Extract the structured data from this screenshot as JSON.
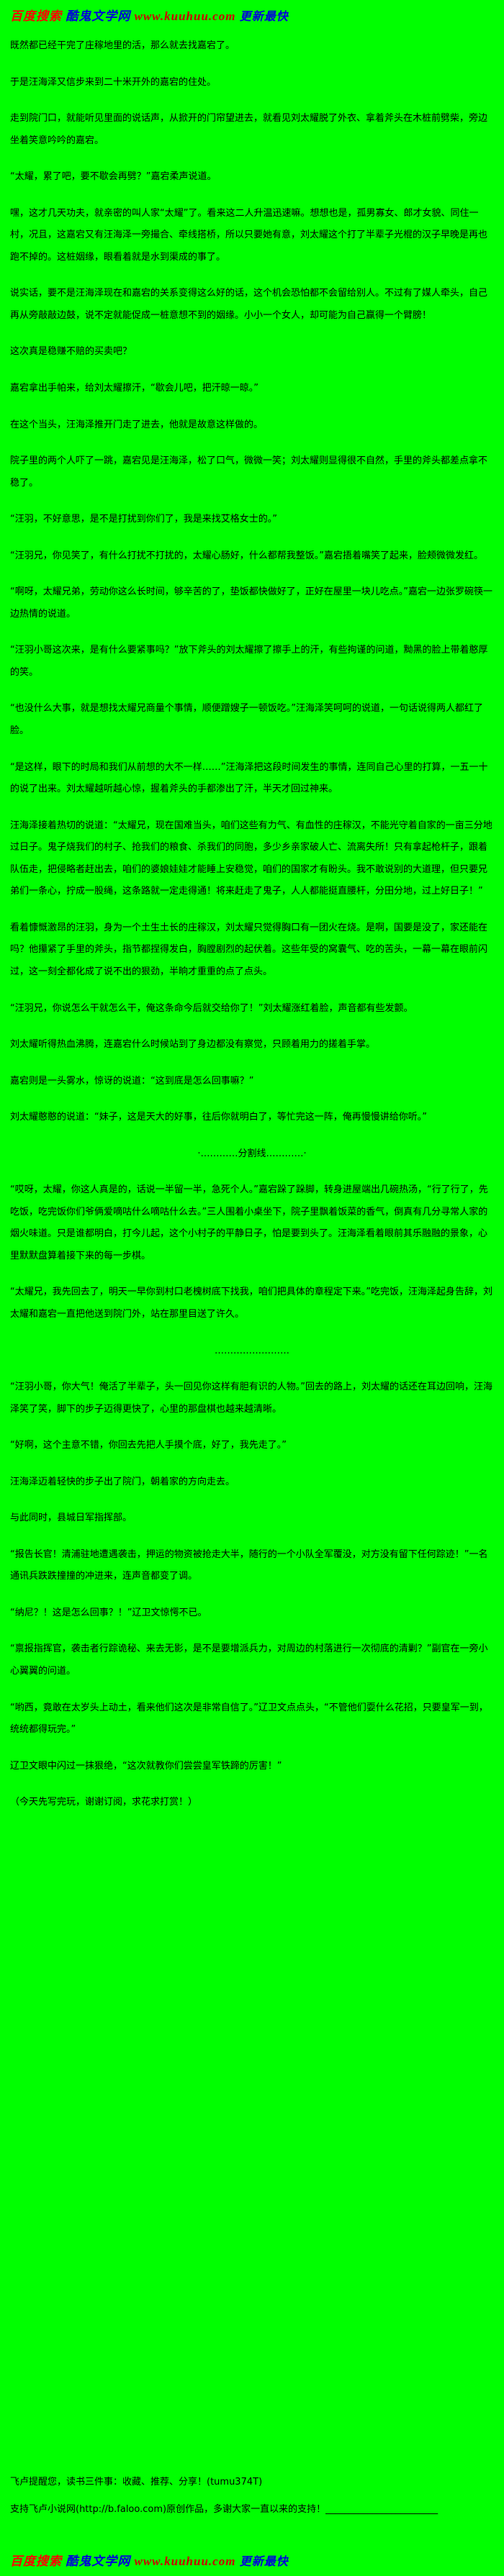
{
  "banner": {
    "prompt": "百度搜索",
    "site": "酷鬼文学网",
    "url": "www.kuuhuu.com",
    "tagline": "更新最快"
  },
  "colors": {
    "background": "#00ff00",
    "text": "#000000",
    "banner_red": "#ff0000",
    "banner_blue": "#0000dd"
  },
  "content": {
    "paragraphs": [
      {
        "align": "left",
        "text": "既然都已经干完了庄稼地里的活，那么就去找嘉宕了。"
      },
      {
        "align": "left",
        "text": "于是汪海泽又信步来到二十米开外的嘉宕的住处。"
      },
      {
        "align": "left",
        "text": "走到院门口，就能听见里面的说话声，从掀开的门帘望进去，就看见刘太耀脱了外衣、拿着斧头在木桩前劈柴，旁边坐着笑意吟吟的嘉宕。"
      },
      {
        "align": "left",
        "text": "“太耀，累了吧，要不歇会再劈？”嘉宕柔声说道。"
      },
      {
        "align": "left",
        "text": "嘿，这才几天功夫，就亲密的叫人家“太耀”了。看来这二人升温迅速嘛。想想也是，孤男寡女、郎才女貌、同住一村，况且，这嘉宕又有汪海泽一旁撮合、牵线搭桥，所以只要她有意，刘太耀这个打了半辈子光棍的汉子早晚是再也跑不掉的。这桩姻缘，眼看着就是水到渠成的事了。"
      },
      {
        "align": "left",
        "text": "说实话，要不是汪海泽现在和嘉宕的关系变得这么好的话，这个机会恐怕都不会留给别人。不过有了媒人牵头，自己再从旁敲敲边鼓，说不定就能促成一桩意想不到的姻缘。小小一个女人，却可能为自己赢得一个臂膀！"
      },
      {
        "align": "left",
        "text": "这次真是稳赚不赔的买卖吧？"
      },
      {
        "align": "left",
        "text": "嘉宕拿出手帕来，给刘太耀擦汗，“歇会儿吧，把汗晾一晾。”"
      },
      {
        "align": "left",
        "text": "在这个当头，汪海泽推开门走了进去，他就是故意这样做的。"
      },
      {
        "align": "left",
        "text": "院子里的两个人吓了一跳，嘉宕见是汪海泽，松了口气，微微一笑；刘太耀则显得很不自然，手里的斧头都差点拿不稳了。"
      },
      {
        "align": "left",
        "text": "“汪羽，不好意思，是不是打扰到你们了，我是来找艾格女士的。”"
      },
      {
        "align": "left",
        "text": "“汪羽兄，你见笑了，有什么打扰不打扰的，太耀心肠好，什么都帮我整饭。”嘉宕捂着嘴笑了起来，脸颊微微发红。"
      },
      {
        "align": "left",
        "text": "“啊呀，太耀兄弟，劳动你这么长时间，够辛苦的了，垫饭都快做好了，正好在屋里一块儿吃点。”嘉宕一边张罗碗筷一边热情的说道。"
      },
      {
        "align": "left",
        "text": "“汪羽小哥这次来，是有什么要紧事吗？”放下斧头的刘太耀擦了擦手上的汗，有些拘谨的问道，黝黑的脸上带着憨厚的笑。"
      },
      {
        "align": "left",
        "text": "“也没什么大事，就是想找太耀兄商量个事情，顺便蹭嫂子一顿饭吃。”汪海泽笑呵呵的说道，一句话说得两人都红了脸。"
      },
      {
        "align": "left",
        "text": "“是这样，眼下的时局和我们从前想的大不一样……”汪海泽把这段时间发生的事情，连同自己心里的打算，一五一十的说了出来。刘太耀越听越心惊，握着斧头的手都渗出了汗，半天才回过神来。"
      },
      {
        "align": "left",
        "text": "汪海泽接着热切的说道：“太耀兄，现在国难当头，咱们这些有力气、有血性的庄稼汉，不能光守着自家的一亩三分地过日子。鬼子烧我们的村子、抢我们的粮食、杀我们的同胞，多少乡亲家破人亡、流离失所！只有拿起枪杆子，跟着队伍走，把侵略者赶出去，咱们的婆娘娃娃才能睡上安稳觉，咱们的国家才有盼头。我不敢说别的大道理，但只要兄弟们一条心，拧成一股绳，这条路就一定走得通！将来赶走了鬼子，人人都能挺直腰杆，分田分地，过上好日子！”"
      },
      {
        "align": "left",
        "text": "看着慷慨激昂的汪羽，身为一个土生土长的庄稼汉，刘太耀只觉得胸口有一团火在烧。是啊，国要是没了，家还能在吗？他攥紧了手里的斧头，指节都捏得发白，胸膛剧烈的起伏着。这些年受的窝囊气、吃的苦头，一幕一幕在眼前闪过，这一刻全都化成了说不出的狠劲，半晌才重重的点了点头。"
      },
      {
        "align": "left",
        "text": "“汪羽兄，你说怎么干就怎么干，俺这条命今后就交给你了！”刘太耀涨红着脸，声音都有些发颤。"
      },
      {
        "align": "left",
        "text": "刘太耀听得热血沸腾，连嘉宕什么时候站到了身边都没有察觉，只顾着用力的搓着手掌。"
      },
      {
        "align": "left",
        "text": "嘉宕则是一头雾水，惊讶的说道：“这到底是怎么回事嘛？”"
      },
      {
        "align": "left",
        "text": "刘太耀憨憨的说道：“妹子，这是天大的好事，往后你就明白了，等忙完这一阵，俺再慢慢讲给你听。”"
      },
      {
        "align": "center",
        "text": "·…………分割线…………·"
      },
      {
        "align": "left",
        "text": "“哎呀，太耀，你这人真是的，话说一半留一半，急死个人。”嘉宕跺了跺脚，转身进屋端出几碗热汤，“行了行了，先吃饭，吃完饭你们爷俩爱嘀咕什么嘀咕什么去。”三人围着小桌坐下，院子里飘着饭菜的香气，倒真有几分寻常人家的烟火味道。只是谁都明白，打今儿起，这个小村子的平静日子，怕是要到头了。汪海泽看着眼前其乐融融的景象，心里默默盘算着接下来的每一步棋。"
      },
      {
        "align": "left",
        "text": "“太耀兄，我先回去了，明天一早你到村口老槐树底下找我，咱们把具体的章程定下来。”吃完饭，汪海泽起身告辞，刘太耀和嘉宕一直把他送到院门外，站在那里目送了许久。"
      },
      {
        "align": "center",
        "text": "……………………"
      },
      {
        "align": "left",
        "text": "“汪羽小哥，你大气！俺活了半辈子，头一回见你这样有胆有识的人物。”回去的路上，刘太耀的话还在耳边回响，汪海泽笑了笑，脚下的步子迈得更快了，心里的那盘棋也越来越清晰。"
      },
      {
        "align": "left",
        "text": "“好啊，这个主意不错，你回去先把人手摸个底，好了，我先走了。”"
      },
      {
        "align": "left",
        "text": "汪海泽迈着轻快的步子出了院门，朝着家的方向走去。"
      },
      {
        "align": "left",
        "text": "与此同时，县城日军指挥部。"
      },
      {
        "align": "left",
        "text": "“报告长官！清浦驻地遭遇袭击，押运的物资被抢走大半，随行的一个小队全军覆没，对方没有留下任何踪迹！”一名通讯兵跌跌撞撞的冲进来，连声音都变了调。"
      },
      {
        "align": "left",
        "text": "“纳尼？！这是怎么回事？！”辽卫文惊愕不已。"
      },
      {
        "align": "left",
        "text": "“禀报指挥官，袭击者行踪诡秘、来去无影，是不是要增派兵力，对周边的村落进行一次彻底的清剿？”副官在一旁小心翼翼的问道。"
      },
      {
        "align": "left",
        "text": "“哟西，竟敢在太岁头上动土，看来他们这次是非常自信了。”辽卫文点点头，“不管他们耍什么花招，只要皇军一到，统统都得玩完。”"
      },
      {
        "align": "left",
        "text": "辽卫文眼中闪过一抹狠绝，“这次就教你们尝尝皇军铁蹄的厉害！”"
      },
      {
        "align": "left",
        "text": "（今天先写完玩，谢谢订阅，求花求打赏！）"
      }
    ]
  },
  "notes": {
    "reminder": "飞卢提醒您，读书三件事：收藏、推荐、分享！(tumu374T)",
    "support": "支持飞卢小说网(http://b.faloo.com)原创作品，多谢大家一直以来的支持！________________________"
  }
}
